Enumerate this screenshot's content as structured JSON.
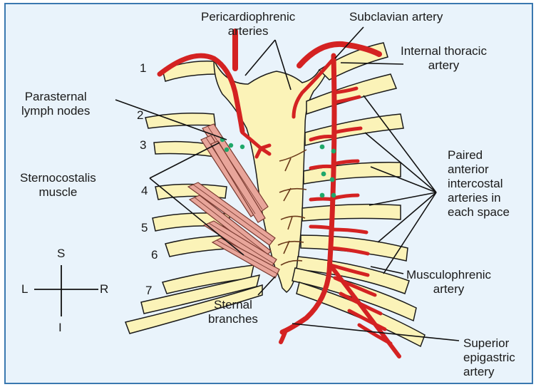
{
  "labels": {
    "pericardiophrenic_l1": "Pericardiophrenic",
    "pericardiophrenic_l2": "arteries",
    "subclavian": "Subclavian artery",
    "internal_thoracic_l1": "Internal thoracic",
    "internal_thoracic_l2": "artery",
    "parasternal_l1": "Parasternal",
    "parasternal_l2": "lymph nodes",
    "sternocostalis_l1": "Sternocostalis",
    "sternocostalis_l2": "muscle",
    "paired_l1": "Paired",
    "paired_l2": "anterior",
    "paired_l3": "intercostal",
    "paired_l4": "arteries in",
    "paired_l5": "each space",
    "musculophrenic_l1": "Musculophrenic",
    "musculophrenic_l2": "artery",
    "sternal_l1": "Sternal",
    "sternal_l2": "branches",
    "superior_l1": "Superior",
    "superior_l2": "epigastric",
    "superior_l3": "artery"
  },
  "rib_numbers": [
    "1",
    "2",
    "3",
    "4",
    "5",
    "6",
    "7"
  ],
  "compass": {
    "superior": "S",
    "inferior": "I",
    "left": "L",
    "right": "R"
  },
  "colors": {
    "bone": "#fbf3b8",
    "artery": "#d42222",
    "muscle": "#e8a59a",
    "lymph_node": "#1fa86a",
    "frame": "#3a78b0",
    "background": "#e9f3fb"
  }
}
